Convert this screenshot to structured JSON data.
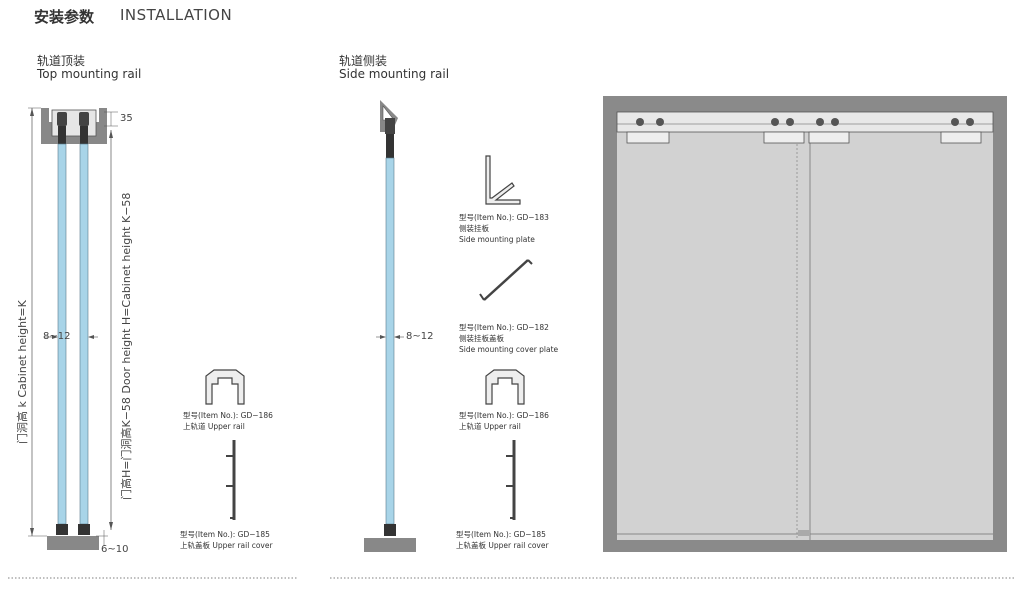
{
  "header": {
    "title_cn": "安装参数",
    "title_en": "INSTALLATION"
  },
  "left_section": {
    "title_cn": "轨道顶装",
    "title_en": "Top mounting rail"
  },
  "right_section": {
    "title_cn": "轨道侧装",
    "title_en": "Side mounting rail"
  },
  "dimensions": {
    "top_gap": "35",
    "bottom_gap": "6~10",
    "glass_left": "8~12",
    "glass_right": "8~12",
    "cabinet_height": "门洞高 k  Cabinet height=K",
    "door_height": "门高H=门洞高K−58   Door height H=Cabinet height K−58"
  },
  "parts": [
    {
      "item": "型号(Item No.): GD−186",
      "name": "上轨道 Upper rail"
    },
    {
      "item": "型号(Item No.): GD−185",
      "name": "上轨盖板 Upper rail cover"
    },
    {
      "item": "型号(Item No.): GD−183",
      "name_cn": "侧装挂板",
      "name_en": "Side mounting plate"
    },
    {
      "item": "型号(Item No.): GD−182",
      "name_cn": "侧装挂板盖板",
      "name_en": "Side mounting cover plate"
    },
    {
      "item": "型号(Item No.): GD−186",
      "name": "上轨道 Upper rail"
    },
    {
      "item": "型号(Item No.): GD−185",
      "name": "上轨盖板 Upper rail cover"
    }
  ],
  "colors": {
    "glass": "#a8d4e8",
    "frame": "#8a8a8a",
    "panel": "#d2d2d2",
    "rail": "#555555"
  }
}
